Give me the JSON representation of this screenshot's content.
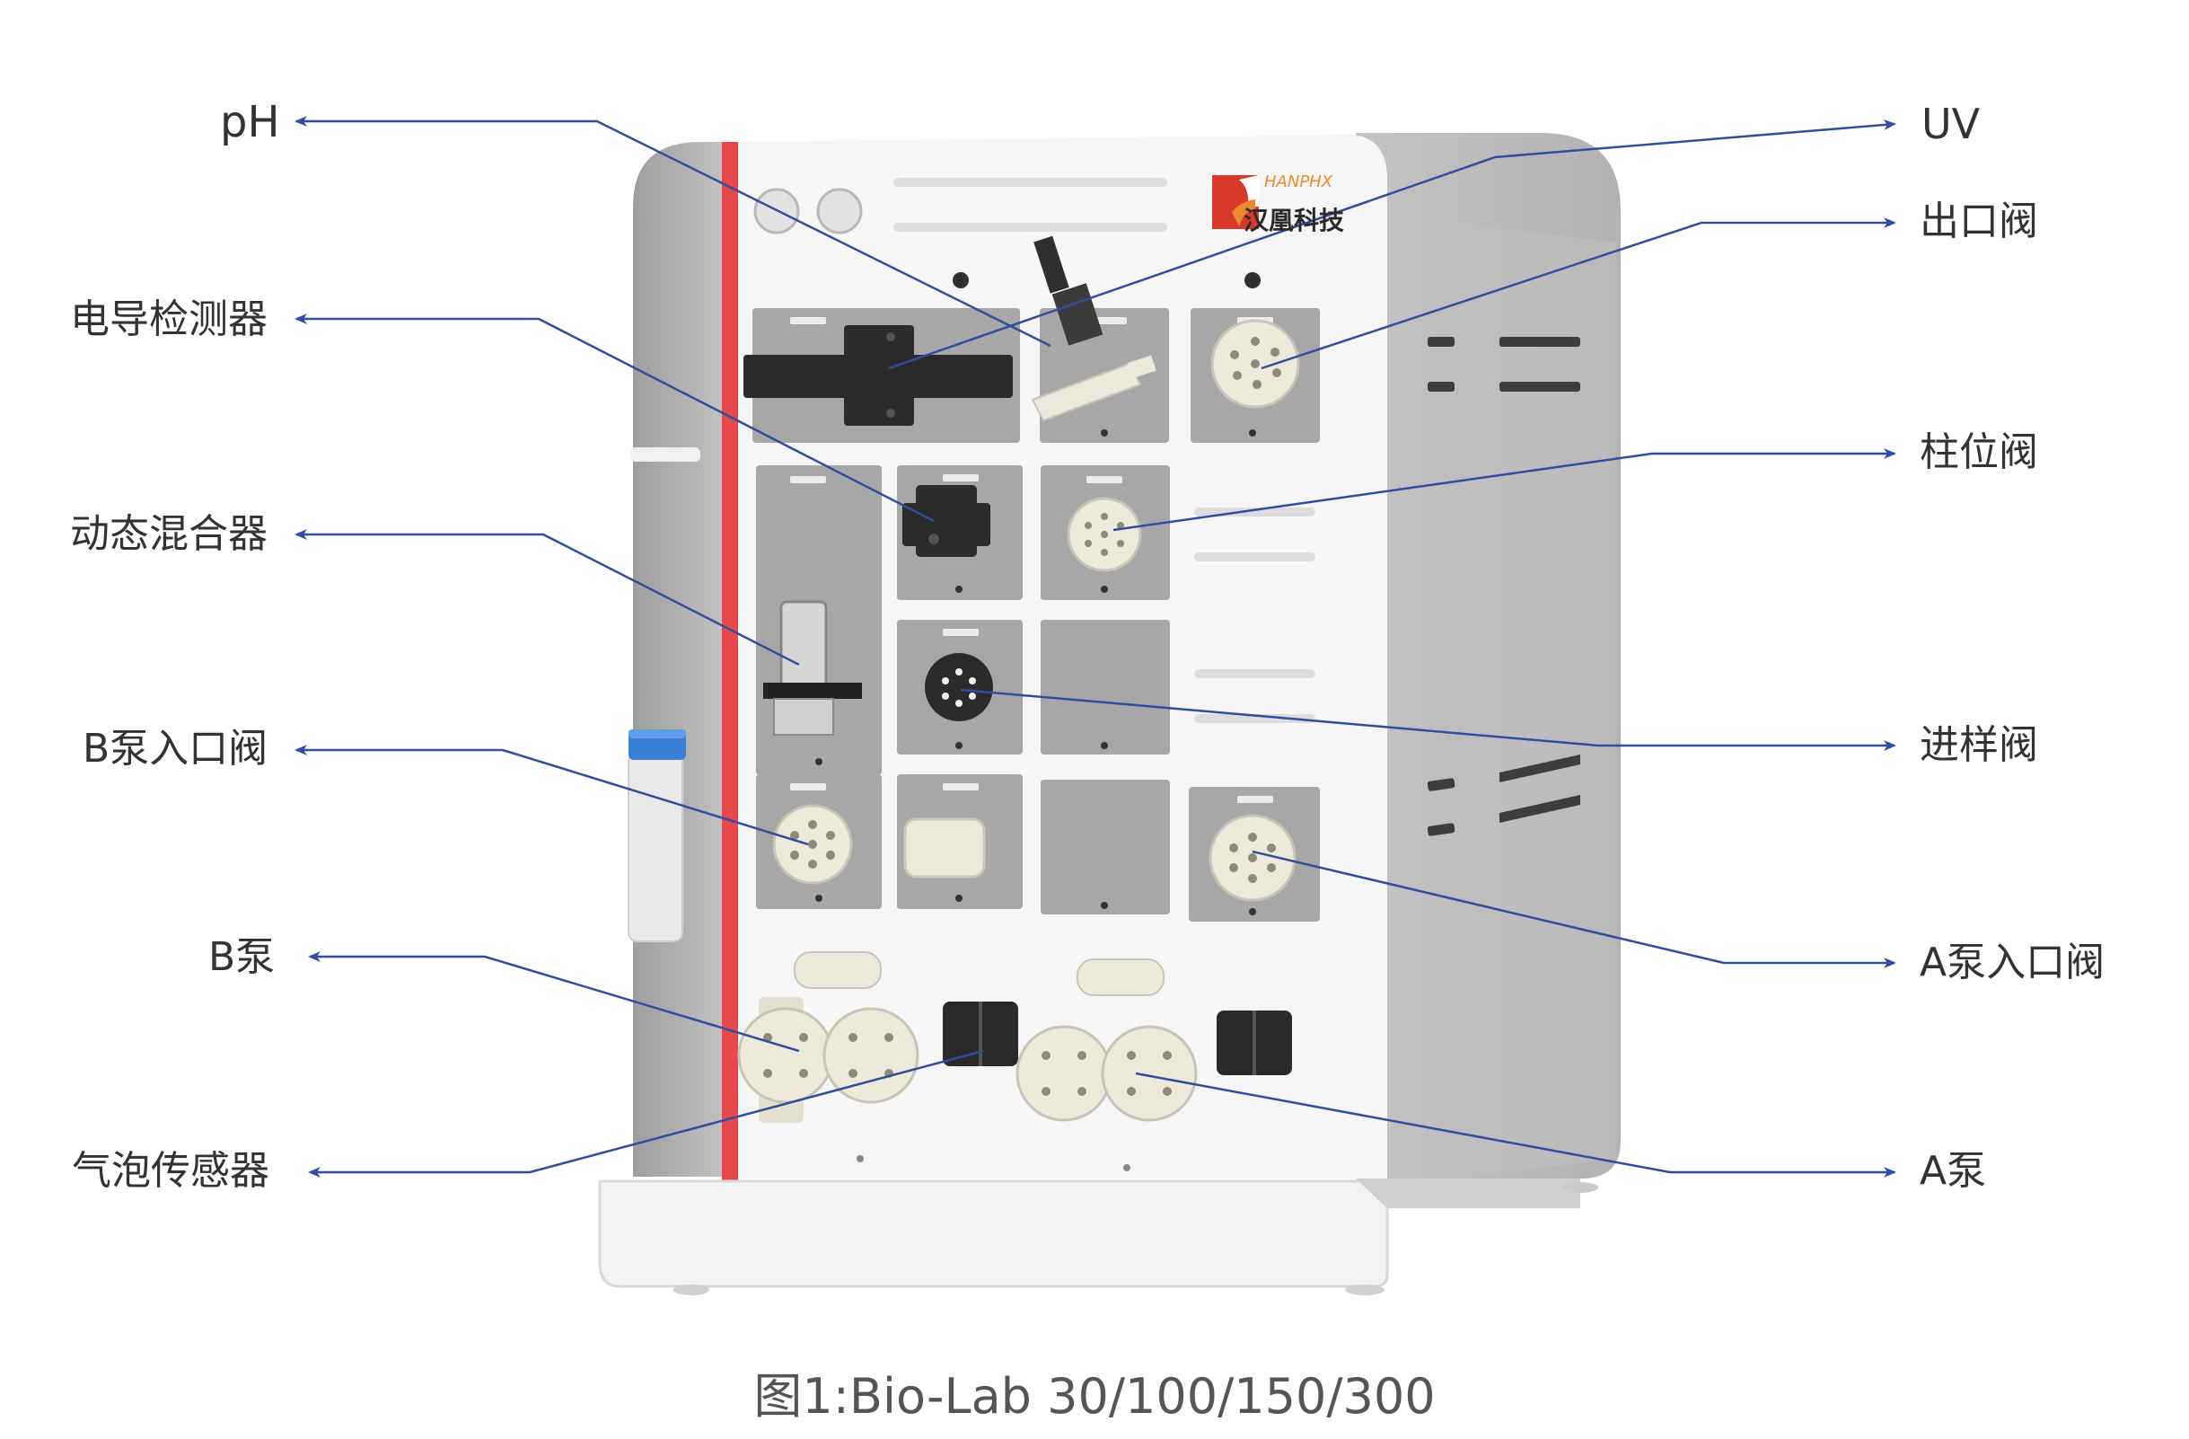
{
  "caption": "图1:Bio-Lab 30/100/150/300",
  "brand": {
    "name": "汉凰科技",
    "latin": "HANPHX"
  },
  "labels": {
    "ph": "pH",
    "conductivity_detector": "电导检测器",
    "dynamic_mixer": "动态混合器",
    "b_pump_inlet_valve": "B泵入口阀",
    "b_pump": "B泵",
    "bubble_sensor": "气泡传感器",
    "uv": "UV",
    "outlet_valve": "出口阀",
    "column_valve": "柱位阀",
    "injection_valve": "进样阀",
    "a_pump_inlet_valve": "A泵入口阀",
    "a_pump": "A泵"
  },
  "colors": {
    "leader_line": "#2f4e9c",
    "accent_red": "#e8484c",
    "body_gray": "#b9b9b9",
    "panel_white": "#f4f4f4",
    "module_gray": "#a7a7a7",
    "cream": "#eeeadb",
    "logo_red": "#d8392b",
    "logo_orange": "#ef8a2c"
  }
}
